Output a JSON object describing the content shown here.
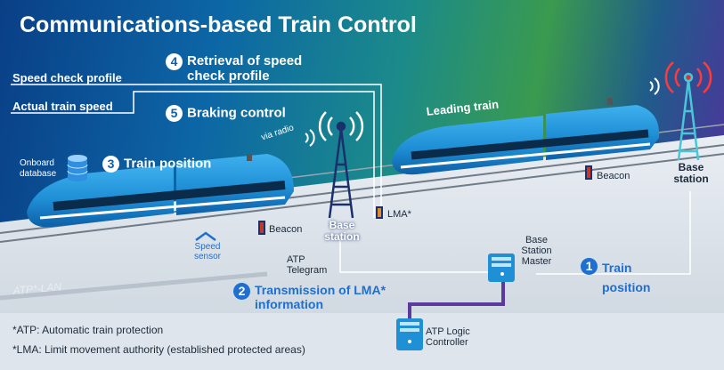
{
  "title": "Communications-based Train Control",
  "labels": {
    "speed_check_profile": "Speed check profile",
    "actual_train_speed": "Actual train speed",
    "via_radio": "via radio",
    "onboard_database": "Onboard database",
    "leading_train": "Leading train",
    "beacon_left": "Beacon",
    "beacon_right": "Beacon",
    "speed_sensor": "Speed sensor",
    "lma": "LMA*",
    "base_station_left": "Base station",
    "base_station_right": "Base station",
    "atp_telegram": "ATP Telegram",
    "base_station_master": "Base Station Master",
    "atp_lan": "ATP*-LAN",
    "atp_logic_controller": "ATP Logic Controller"
  },
  "steps": [
    {
      "num": "1",
      "text": "Train position"
    },
    {
      "num": "2",
      "text": "Transmission of LMA* information"
    },
    {
      "num": "3",
      "text": "Train position"
    },
    {
      "num": "4",
      "text": "Retrieval of speed check profile"
    },
    {
      "num": "5",
      "text": "Braking control"
    }
  ],
  "footnotes": [
    "*ATP: Automatic train protection",
    "*LMA: Limit movement authority (established protected areas)"
  ],
  "colors": {
    "train_blue": "#1f8fd6",
    "accent_blue": "#1e6fd0",
    "cable_purple": "#5b3a9e",
    "tower_navy": "#1a2f6b"
  }
}
